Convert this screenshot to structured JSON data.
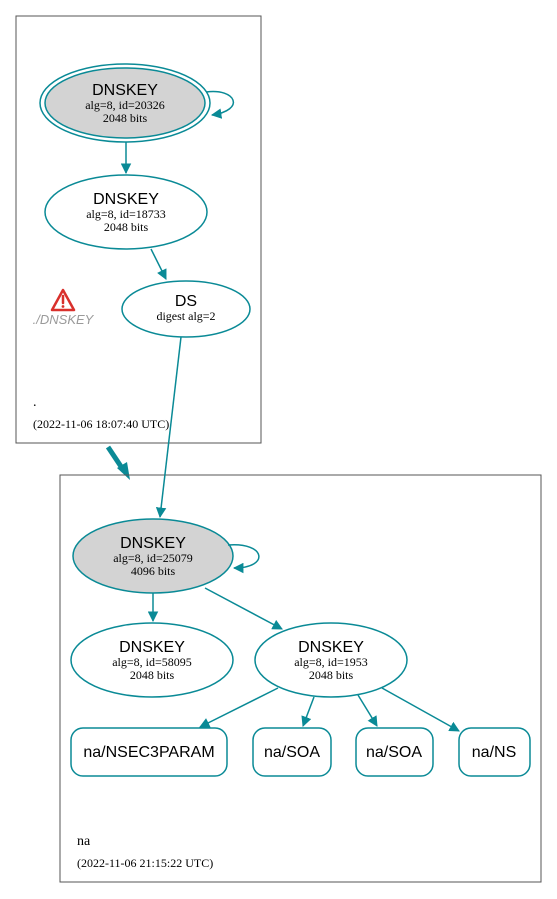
{
  "colors": {
    "edge": "#0a8a96",
    "node_stroke": "#0a8a96",
    "ksk_fill": "#d3d3d3",
    "zone_border": "#555555",
    "warning": "#d9302c"
  },
  "zones": {
    "root": {
      "name": ".",
      "timestamp": "(2022-11-06 18:07:40 UTC)"
    },
    "na": {
      "name": "na",
      "timestamp": "(2022-11-06 21:15:22 UTC)"
    }
  },
  "warning": {
    "icon": "warning-triangle-icon",
    "label": "./DNSKEY"
  },
  "nodes": {
    "root_ksk": {
      "title": "DNSKEY",
      "line1": "alg=8, id=20326",
      "line2": "2048 bits"
    },
    "root_zsk": {
      "title": "DNSKEY",
      "line1": "alg=8, id=18733",
      "line2": "2048 bits"
    },
    "root_ds": {
      "title": "DS",
      "line1": "digest alg=2"
    },
    "na_ksk": {
      "title": "DNSKEY",
      "line1": "alg=8, id=25079",
      "line2": "4096 bits"
    },
    "na_key_58095": {
      "title": "DNSKEY",
      "line1": "alg=8, id=58095",
      "line2": "2048 bits"
    },
    "na_zsk": {
      "title": "DNSKEY",
      "line1": "alg=8, id=1953",
      "line2": "2048 bits"
    }
  },
  "rrsets": [
    {
      "label": "na/NSEC3PARAM"
    },
    {
      "label": "na/SOA"
    },
    {
      "label": "na/SOA"
    },
    {
      "label": "na/NS"
    }
  ]
}
